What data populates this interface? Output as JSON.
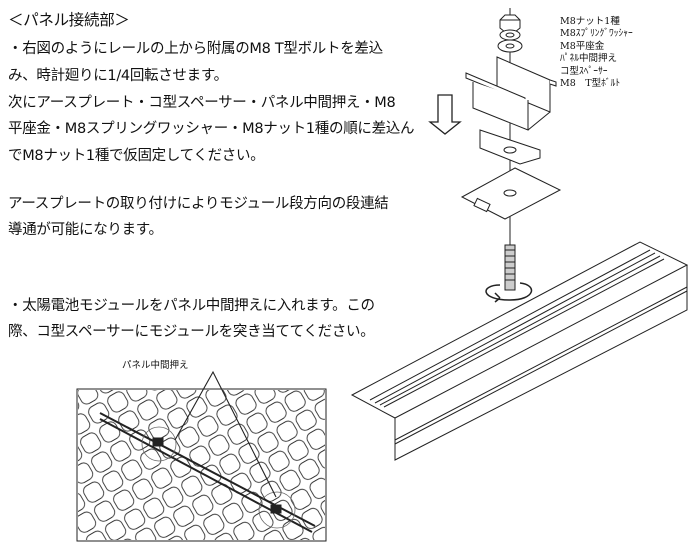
{
  "section_title": "＜パネル接続部＞",
  "paragraph1": [
    "・右図のようにレールの上から附属のM8 T型ボルトを差込",
    " み、時計廻りに1/4回転させます。",
    "次にアースプレート・コ型スペーサー・パネル中間押え・M8",
    "平座金・M8スプリングワッシャー・M8ナット1種の順に差込ん",
    "でM8ナット1種で仮固定してください。"
  ],
  "paragraph2": [
    "アースプレートの取り付けによりモジュール段方向の段連結",
    "導通が可能になります。"
  ],
  "paragraph3": [
    "・太陽電池モジュールをパネル中間押えに入れます。この",
    "  際、コ型スペーサーにモジュールを突き当ててください。"
  ],
  "parts_labels": [
    "M8ナット1種",
    "M8ｽﾌﾟﾘﾝｸﾞﾜｯｼｬｰ",
    "M8平座金",
    "ﾊﾟﾈﾙ中間押え",
    "コ型ｽﾍﾟｰｻｰ",
    "M8　T型ﾎﾞﾙﾄ"
  ],
  "photo_callout": "パネル中間押え"
}
